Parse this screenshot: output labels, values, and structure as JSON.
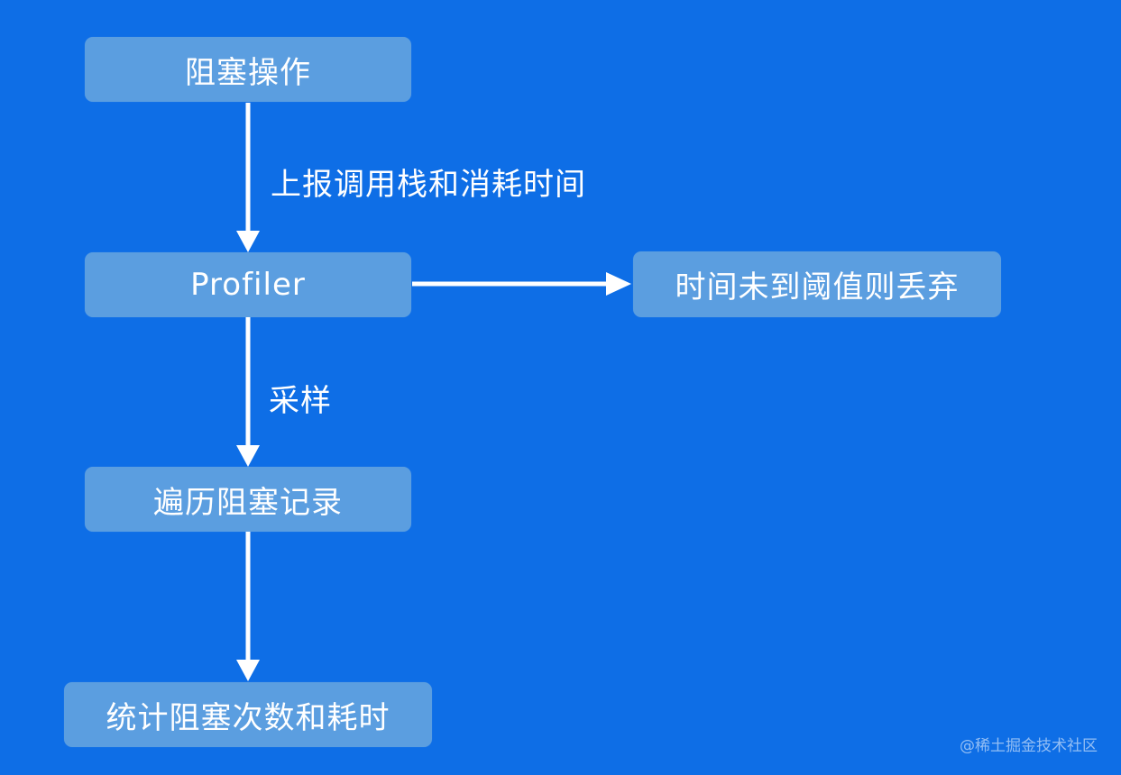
{
  "diagram": {
    "nodes": {
      "blocking_op": "阻塞操作",
      "profiler": "Profiler",
      "discard": "时间未到阈值则丢弃",
      "traverse": "遍历阻塞记录",
      "statistics": "统计阻塞次数和耗时"
    },
    "edges": {
      "report": "上报调用栈和消耗时间",
      "sample": "采样"
    }
  },
  "watermark": "@稀土掘金技术社区",
  "colors": {
    "background": "#0e6ee6",
    "node_fill": "#5b9ee0",
    "text": "#ffffff",
    "arrow": "#ffffff"
  }
}
